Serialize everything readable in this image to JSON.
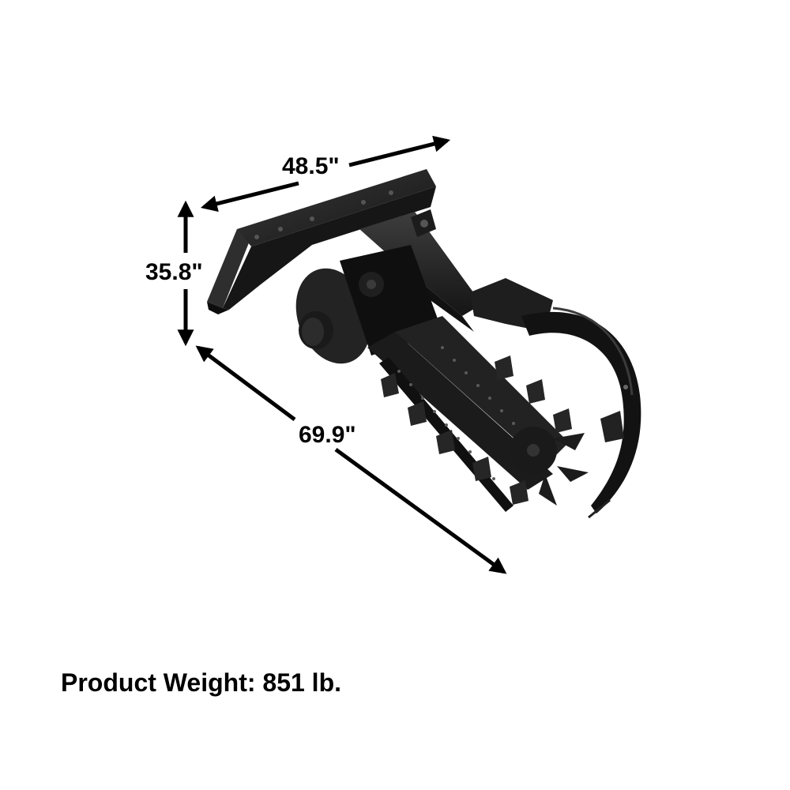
{
  "product": {
    "type": "skid steer trencher attachment",
    "image_style": "grayscale render on white background"
  },
  "dimensions": {
    "width": {
      "label": "48.5\"",
      "value": 48.5,
      "unit": "in"
    },
    "height": {
      "label": "35.8\"",
      "value": 35.8,
      "unit": "in"
    },
    "length": {
      "label": "69.9\"",
      "value": 69.9,
      "unit": "in"
    }
  },
  "weight": {
    "label": "Product Weight: 851 lb.",
    "value": 851,
    "unit": "lb"
  },
  "colors": {
    "background": "#ffffff",
    "text": "#000000",
    "machine_dark": "#141414",
    "machine_mid": "#2b2b2b",
    "machine_highlight": "#4a4a4a"
  }
}
